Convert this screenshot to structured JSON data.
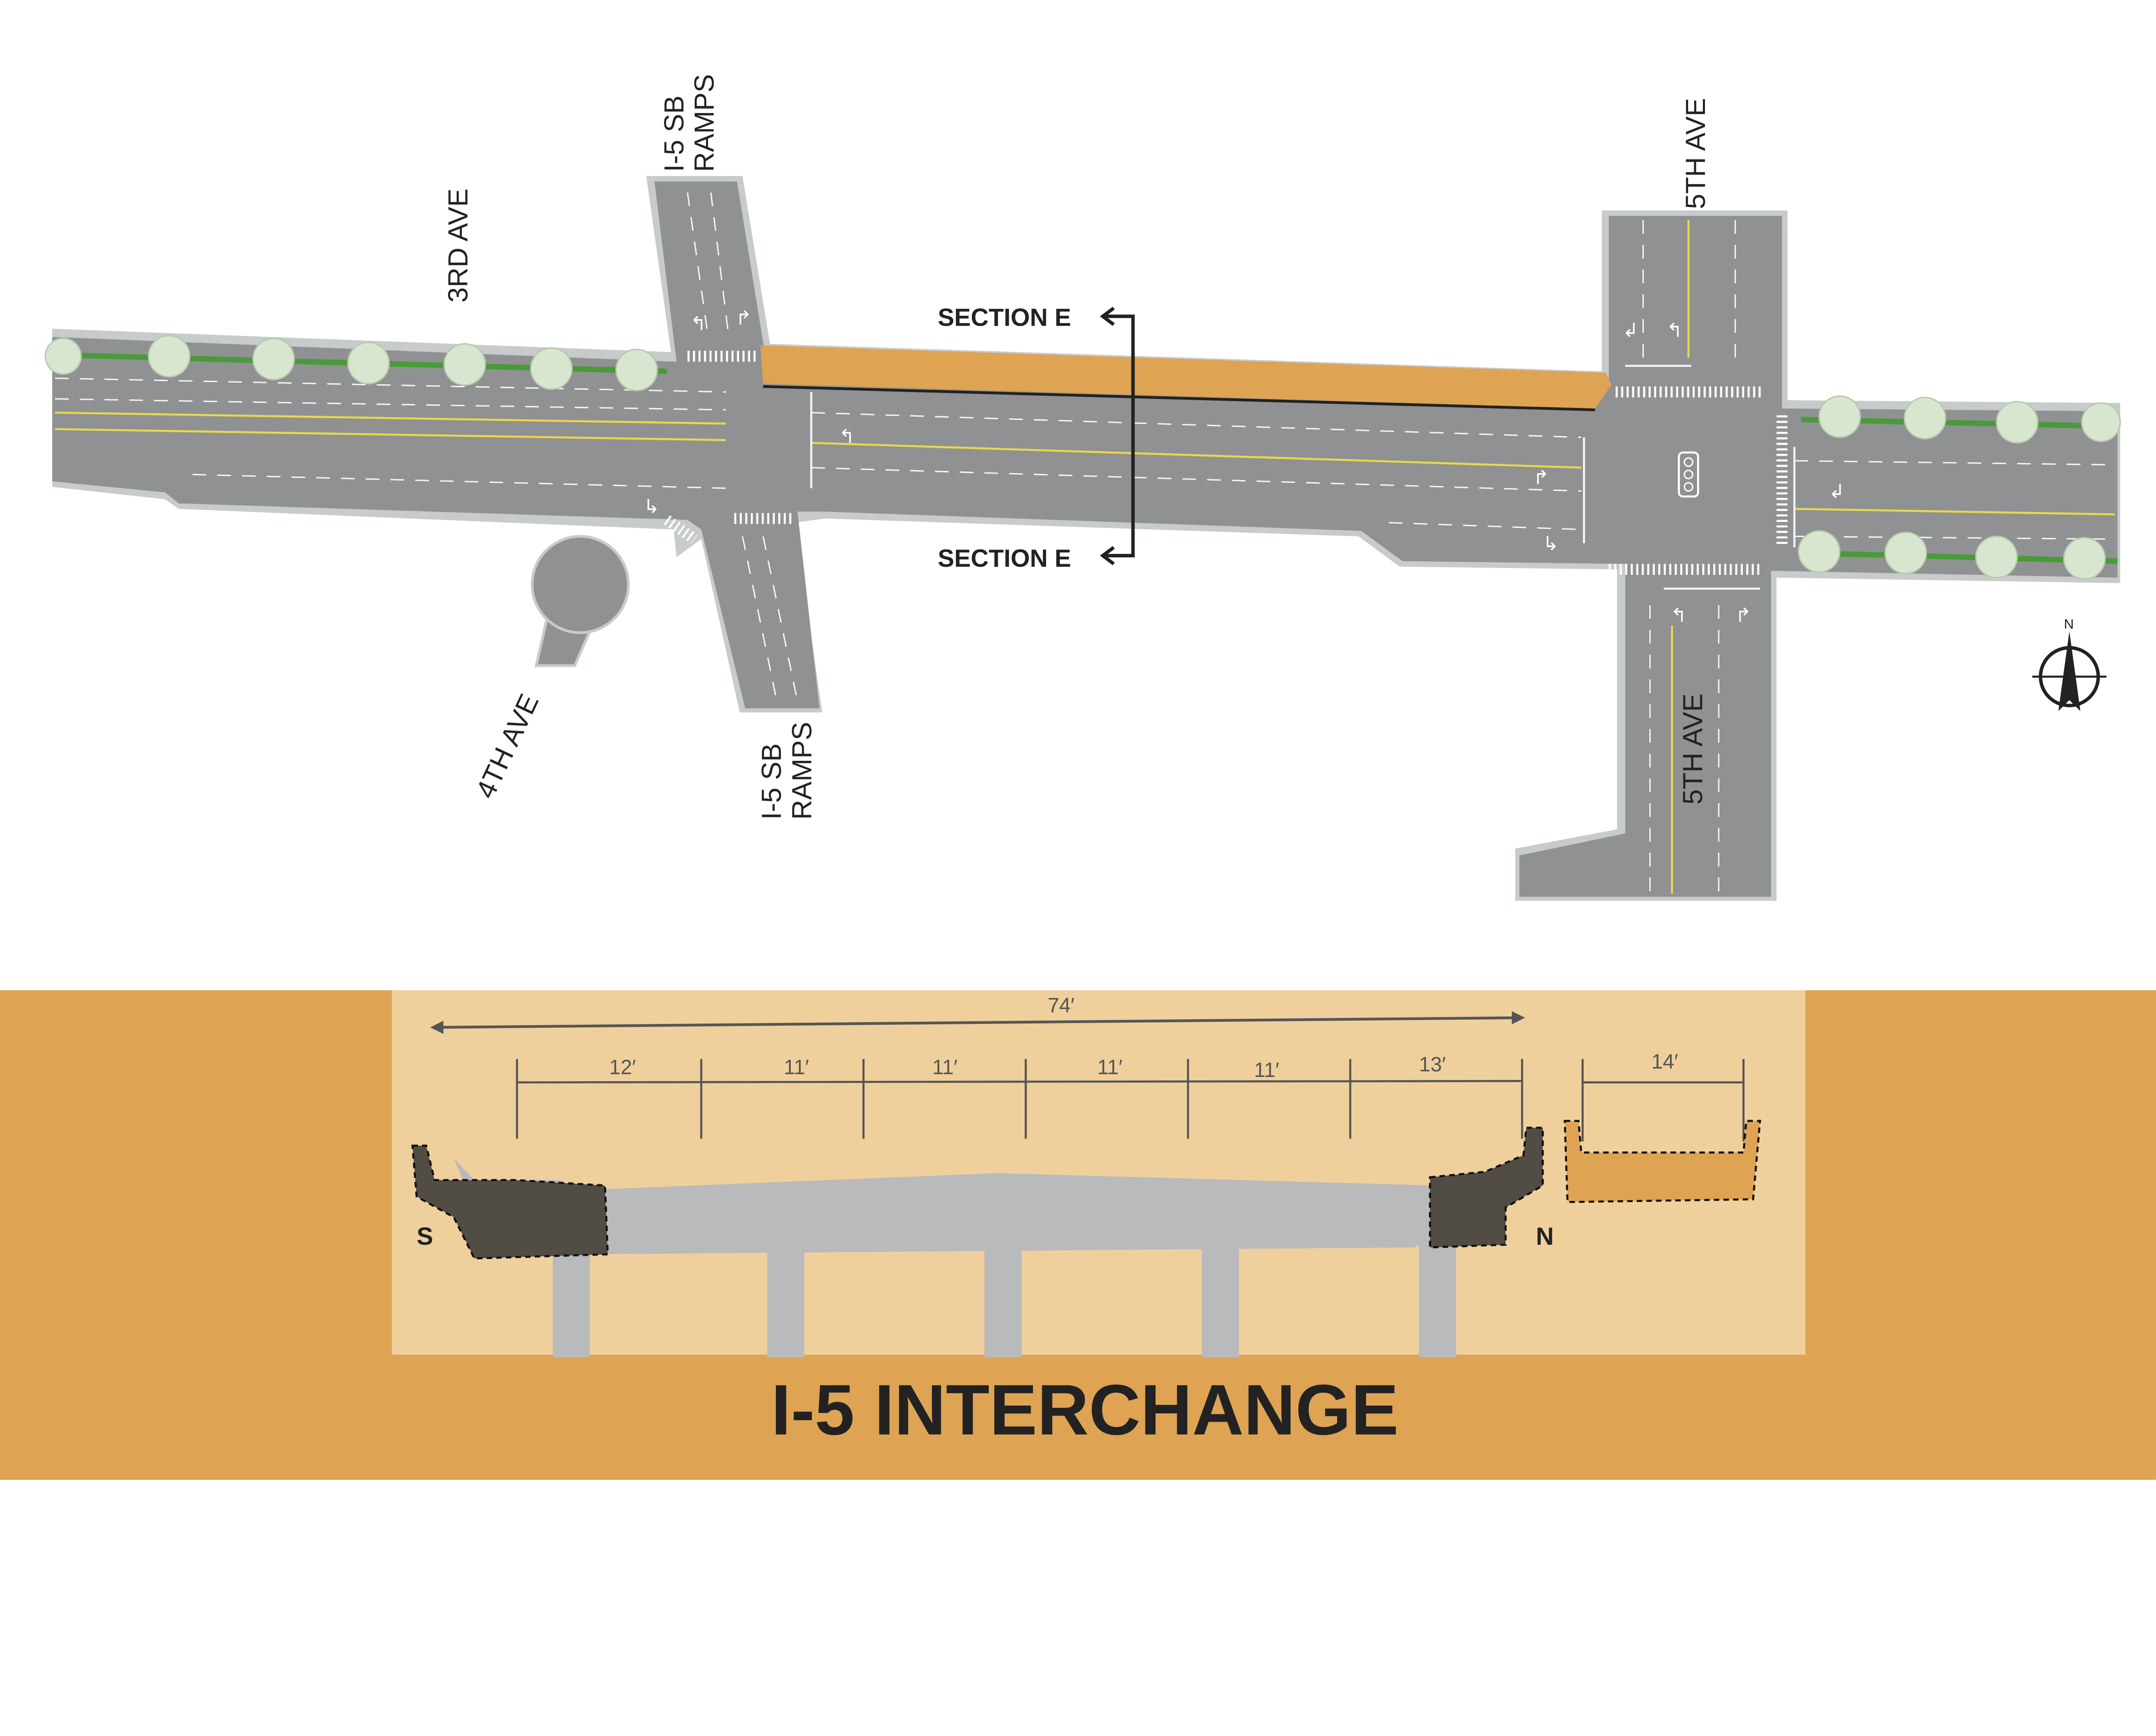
{
  "plan": {
    "streets": {
      "third_ave": "3RD AVE",
      "fourth_ave": "4TH AVE",
      "fifth_ave_north": "5TH AVE",
      "fifth_ave_south": "5TH AVE",
      "sb_ramps_north": [
        "I-5 SB",
        "RAMPS"
      ],
      "sb_ramps_south": [
        "I-5 SB",
        "RAMPS"
      ]
    },
    "section_marker_top": "SECTION E",
    "section_marker_bottom": "SECTION E",
    "north_arrow": "N",
    "colors": {
      "road": "#8f9193",
      "sidewalk": "#c8cbcb",
      "highlight": "#dea453",
      "median": "#4a9a3a",
      "stripe_yellow": "#e8d84a"
    }
  },
  "section": {
    "overall_width": "74′",
    "lane_widths": [
      "12′",
      "11′",
      "11′",
      "11′",
      "11′",
      "13′"
    ],
    "sidepath_width": "14′",
    "south_label": "S",
    "north_label": "N",
    "colors": {
      "background": "#dea453",
      "panel": "#efd09c",
      "deck": "#b9babb",
      "barrier": "#514c44"
    }
  },
  "title": "I-5 INTERCHANGE"
}
